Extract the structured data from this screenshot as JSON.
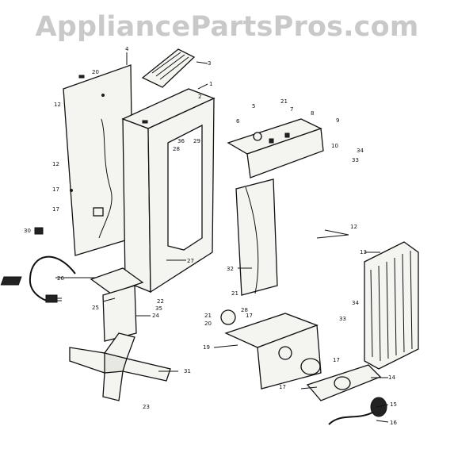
{
  "watermark": "AppliancePartsPros.com",
  "labels": {
    "l1": "1",
    "l2": "2",
    "l3": "3",
    "l4": "4",
    "l5": "5",
    "l6": "6",
    "l7": "7",
    "l8": "8",
    "l9": "9",
    "l10": "10",
    "l12a": "12",
    "l12b": "12",
    "l12c": "12",
    "l13": "13",
    "l14": "14",
    "l15": "15",
    "l16": "16",
    "l17a": "17",
    "l17b": "17",
    "l17c": "17",
    "l17d": "17",
    "l17e": "17",
    "l19": "19",
    "l20": "20",
    "l20b": "20",
    "l21a": "21",
    "l21b": "21",
    "l21c": "21",
    "l22": "22",
    "l23": "23",
    "l24": "24",
    "l25": "25",
    "l26": "26",
    "l27": "27",
    "l28a": "28",
    "l28b": "28",
    "l29": "29",
    "l30": "30",
    "l31": "31",
    "l32": "32",
    "l33a": "33",
    "l33b": "33",
    "l34a": "34",
    "l34b": "34",
    "l35": "35",
    "l36": "36"
  }
}
